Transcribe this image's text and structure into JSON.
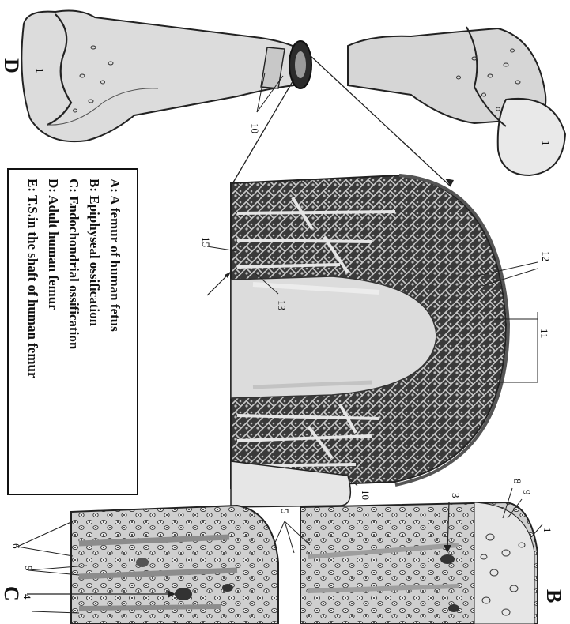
{
  "figure": {
    "panel_letters": {
      "b": "B",
      "c": "C",
      "d": "D"
    },
    "legend": [
      "A: A femur of human fetus",
      "B: Epiphyseal  ossification",
      "C: Endochondrial ossification",
      "D: Adult  human  femur",
      "E: T.S.in the shaft of human femur"
    ],
    "callouts": {
      "n1_top": "1",
      "n1_right": "1",
      "n1_b": "1",
      "n3": "3",
      "n4": "4",
      "n5_b": "5",
      "n5_c": "5",
      "n6": "6",
      "n8": "8",
      "n9": "9",
      "n10_d": "10",
      "n10_e": "10",
      "n11": "11",
      "n12": "12",
      "n13": "13",
      "n15": "15"
    },
    "colors": {
      "bone": "#d8d8d8",
      "bone_light": "#ebebeb",
      "marrow": "#2a2a2a",
      "outline": "#222222",
      "cartilage": "#e4e4e4"
    }
  }
}
